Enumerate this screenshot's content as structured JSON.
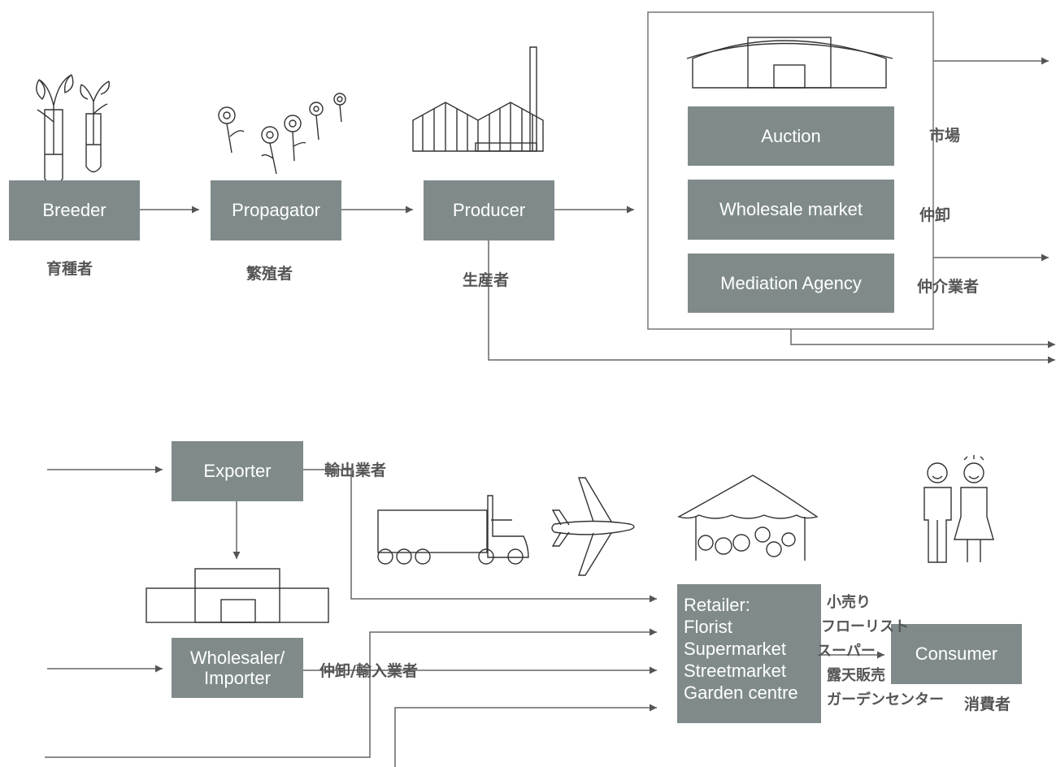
{
  "boxes": {
    "breeder": "Breeder",
    "propagator": "Propagator",
    "producer": "Producer",
    "auction": "Auction",
    "wholesale_market": "Wholesale market",
    "mediation_agency": "Mediation Agency",
    "exporter": "Exporter",
    "wholesaler_line1": "Wholesaler/",
    "wholesaler_line2": "Importer",
    "consumer": "Consumer",
    "retailer_lines": [
      "Retailer:",
      "Florist",
      "Supermarket",
      "Streetmarket",
      "Garden centre"
    ]
  },
  "japanese": {
    "breeder": "育種者",
    "propagator": "繁殖者",
    "producer": "生産者",
    "auction": "市場",
    "wholesale_market": "仲卸",
    "mediation_agency": "仲介業者",
    "exporter": "輸出業者",
    "wholesaler": "仲卸/輸入業者",
    "consumer": "消費者",
    "retailer_lines": [
      "小売り",
      "フローリスト",
      "スーパー",
      "露天販売",
      "ガーデンセンター"
    ]
  },
  "colors": {
    "box": "#808a8a",
    "line": "#666666",
    "box_text": "#ffffff"
  }
}
